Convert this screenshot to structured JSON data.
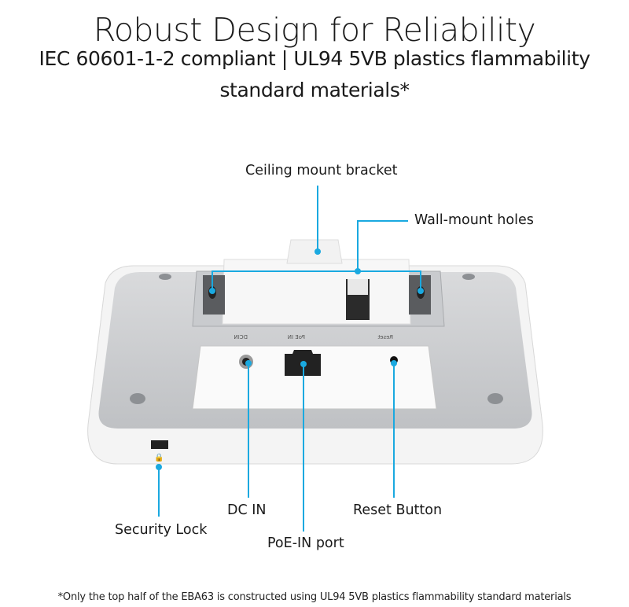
{
  "header": {
    "title": "Robust Design for Reliability",
    "subtitle_line1": "IEC 60601-1-2 compliant | UL94 5VB plastics flammability",
    "subtitle_line2": "standard materials*"
  },
  "callouts": {
    "ceiling_mount": "Ceiling mount bracket",
    "wall_mount": "Wall-mount holes",
    "security_lock": "Security Lock",
    "dc_in": "DC IN",
    "poe_in": "PoE-IN port",
    "reset": "Reset Button"
  },
  "device_labels": {
    "dcin": "DCIN",
    "poe": "PoE IN",
    "reset": "Reset"
  },
  "footnote": "*Only the top half of the EBA63 is constructed using UL94 5VB plastics flammability standard materials",
  "colors": {
    "accent": "#1aa9e0"
  }
}
